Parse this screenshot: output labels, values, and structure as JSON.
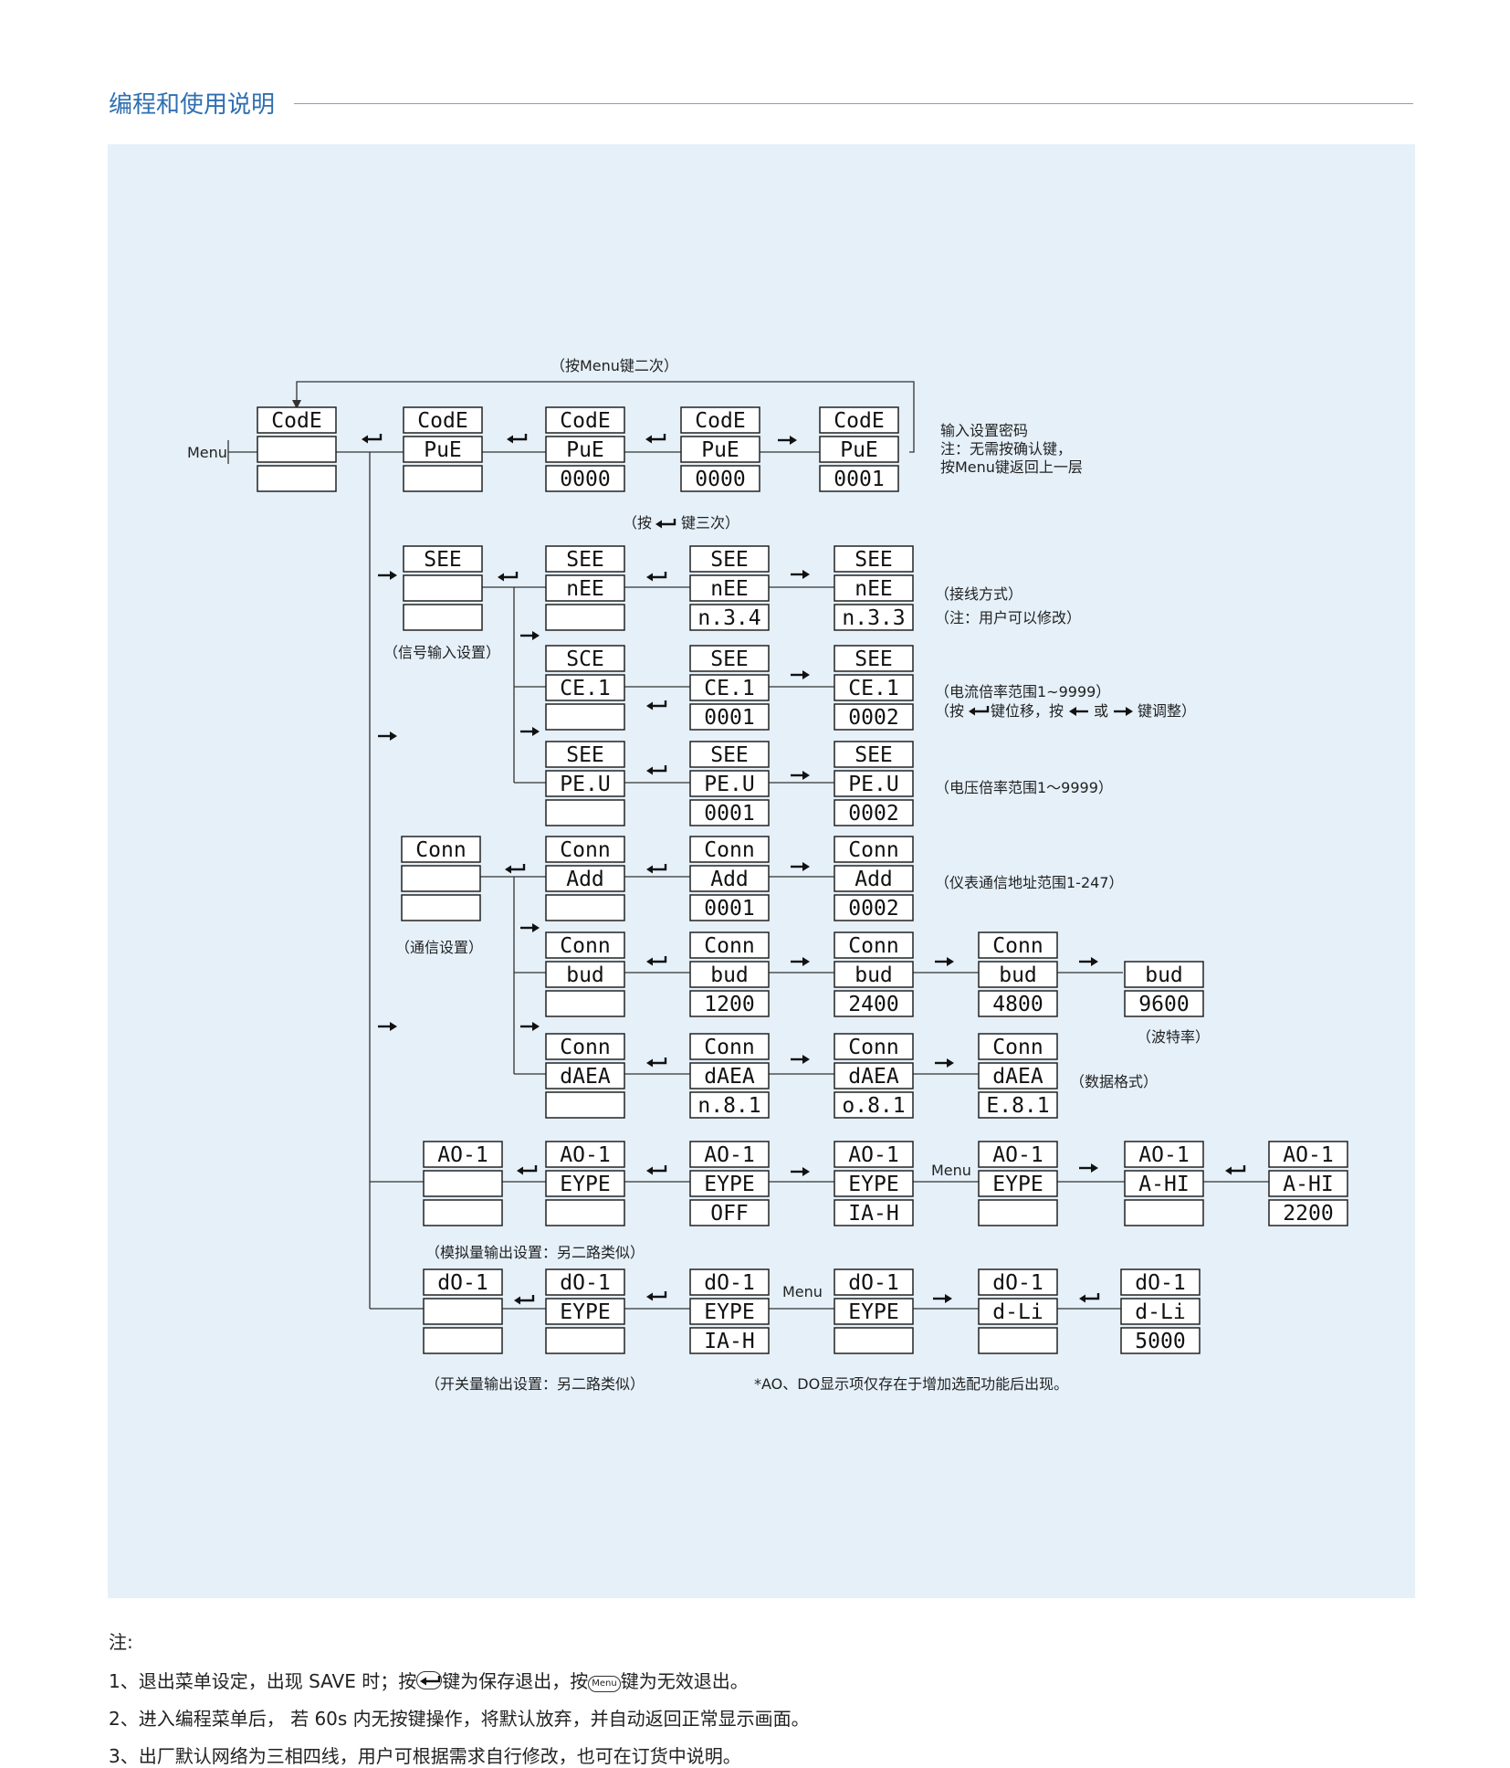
{
  "header": {
    "title": "编程和使用说明"
  },
  "diagram": {
    "menu_label": "Menu",
    "labels": {
      "a1": "（按Menu键二次）",
      "a2": "输入设置密码",
      "a3": "注：无需按确认键，",
      "a4": "按Menu键返回上一层",
      "a5": "（按",
      "a5b": "键三次）",
      "a6": "（接线方式）",
      "a7": "（注：用户可以修改）",
      "a8": "（信号输入设置）",
      "a9": "（电流倍率范围1~9999）",
      "a10": "（按",
      "a10b": "键位移，按",
      "a10c": "或",
      "a10d": "键调整）",
      "a11": "（电压倍率范围1～9999）",
      "a12": "（通信设置）",
      "a13": "（仪表通信地址范围1-247）",
      "a14": "（波特率）",
      "a15": "（数据格式）",
      "a16": "Menu",
      "a17": "（模拟量输出设置：另二路类似）",
      "a18": "Menu",
      "a19": "（开关量输出设置：另二路类似）",
      "a20": "*AO、DO显示项仅存在于增加选配功能后出现。"
    },
    "screens": {
      "s1": [
        "CodE",
        "",
        ""
      ],
      "s2": [
        "CodE",
        "PuE",
        ""
      ],
      "s3": [
        "CodE",
        "PuE",
        "0000"
      ],
      "s4": [
        "CodE",
        "PuE",
        "0000"
      ],
      "s5": [
        "CodE",
        "PuE",
        "0001"
      ],
      "s6": [
        "SEE",
        "",
        ""
      ],
      "s7": [
        "SEE",
        "nEE",
        ""
      ],
      "s8": [
        "SEE",
        "nEE",
        "n.3.4"
      ],
      "s9": [
        "SEE",
        "nEE",
        "n.3.3"
      ],
      "s10": [
        "SCE",
        "CE.1",
        ""
      ],
      "s11": [
        "SEE",
        "CE.1",
        "0001"
      ],
      "s12": [
        "SEE",
        "CE.1",
        "0002"
      ],
      "s13": [
        "SEE",
        "PE.U",
        ""
      ],
      "s14": [
        "SEE",
        "PE.U",
        "0001"
      ],
      "s15": [
        "SEE",
        "PE.U",
        "0002"
      ],
      "s16": [
        "Conn",
        "",
        ""
      ],
      "s17": [
        "Conn",
        "Add",
        ""
      ],
      "s18": [
        "Conn",
        "Add",
        "0001"
      ],
      "s19": [
        "Conn",
        "Add",
        "0002"
      ],
      "s20": [
        "Conn",
        "bud",
        ""
      ],
      "s21": [
        "Conn",
        "bud",
        "1200"
      ],
      "s22": [
        "Conn",
        "bud",
        "2400"
      ],
      "s23": [
        "Conn",
        "bud",
        "4800"
      ],
      "s24": [
        "",
        "bud",
        "9600"
      ],
      "s25": [
        "Conn",
        "dAEA",
        ""
      ],
      "s26": [
        "Conn",
        "dAEA",
        "n.8.1"
      ],
      "s27": [
        "Conn",
        "dAEA",
        "o.8.1"
      ],
      "s28": [
        "Conn",
        "dAEA",
        "E.8.1"
      ],
      "s29": [
        "AO-1",
        "",
        ""
      ],
      "s30": [
        "AO-1",
        "EYPE",
        ""
      ],
      "s31": [
        "AO-1",
        "EYPE",
        "OFF"
      ],
      "s32": [
        "AO-1",
        "EYPE",
        "IA-H"
      ],
      "s33": [
        "AO-1",
        "EYPE",
        ""
      ],
      "s34": [
        "AO-1",
        "A-HI",
        ""
      ],
      "s35": [
        "AO-1",
        "A-HI",
        "2200"
      ],
      "s36": [
        "dO-1",
        "",
        ""
      ],
      "s37": [
        "dO-1",
        "EYPE",
        ""
      ],
      "s38": [
        "dO-1",
        "EYPE",
        "IA-H"
      ],
      "s39": [
        "dO-1",
        "EYPE",
        ""
      ],
      "s40": [
        "dO-1",
        "d-Li",
        ""
      ],
      "s41": [
        "dO-1",
        "d-Li",
        "5000"
      ]
    }
  },
  "notes": {
    "head": "注:",
    "n1": "1、退出菜单设定，出现 SAVE 时；按",
    "n1_icon_enter": "enter-key-icon",
    "n1b": "键为保存退出，按",
    "n1_icon_menu": "Menu",
    "n1c": "键为无效退出。",
    "n2": "2、进入编程菜单后， 若 60s 内无按键操作，将默认放弃，并自动返回正常显示画面。",
    "n3": "3、出厂默认网络为三相四线，用户可根据需求自行修改，也可在订货中说明。"
  }
}
